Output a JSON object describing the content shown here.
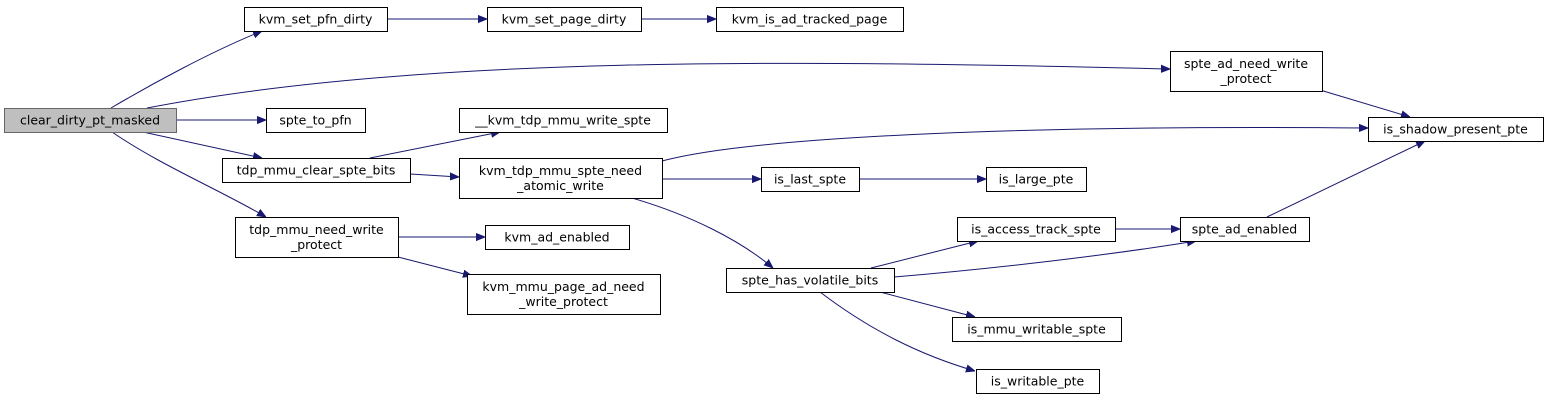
{
  "colors": {
    "edge": "#191970",
    "root_fill": "#bfbfbf",
    "node_fill": "#ffffff"
  },
  "nodes": {
    "clear_dirty": {
      "lines": [
        "clear_dirty_pt_masked"
      ],
      "root": true
    },
    "kvm_set_pfn_dirty": {
      "lines": [
        "kvm_set_pfn_dirty"
      ]
    },
    "kvm_set_page_dirty": {
      "lines": [
        "kvm_set_page_dirty"
      ]
    },
    "kvm_is_ad_tracked_page": {
      "lines": [
        "kvm_is_ad_tracked_page"
      ]
    },
    "spte_ad_need_write_protect": {
      "lines": [
        "spte_ad_need_write",
        "_protect"
      ]
    },
    "is_shadow_present_pte": {
      "lines": [
        "is_shadow_present_pte"
      ]
    },
    "spte_to_pfn": {
      "lines": [
        "spte_to_pfn"
      ]
    },
    "kvm_tdp_mmu_write_spte": {
      "lines": [
        "__kvm_tdp_mmu_write_spte"
      ]
    },
    "tdp_mmu_clear_spte_bits": {
      "lines": [
        "tdp_mmu_clear_spte_bits"
      ]
    },
    "kvm_tdp_mmu_spte_need_atomic_write": {
      "lines": [
        "kvm_tdp_mmu_spte_need",
        "_atomic_write"
      ]
    },
    "is_last_spte": {
      "lines": [
        "is_last_spte"
      ]
    },
    "is_large_pte": {
      "lines": [
        "is_large_pte"
      ]
    },
    "tdp_mmu_need_write_protect": {
      "lines": [
        "tdp_mmu_need_write",
        "_protect"
      ]
    },
    "kvm_ad_enabled": {
      "lines": [
        "kvm_ad_enabled"
      ]
    },
    "kvm_mmu_page_ad_need_write_protect": {
      "lines": [
        "kvm_mmu_page_ad_need",
        "_write_protect"
      ]
    },
    "is_access_track_spte": {
      "lines": [
        "is_access_track_spte"
      ]
    },
    "spte_ad_enabled": {
      "lines": [
        "spte_ad_enabled"
      ]
    },
    "spte_has_volatile_bits": {
      "lines": [
        "spte_has_volatile_bits"
      ]
    },
    "is_mmu_writable_spte": {
      "lines": [
        "is_mmu_writable_spte"
      ]
    },
    "is_writable_pte": {
      "lines": [
        "is_writable_pte"
      ]
    }
  },
  "edges": [
    [
      "clear_dirty",
      "kvm_set_pfn_dirty"
    ],
    [
      "kvm_set_pfn_dirty",
      "kvm_set_page_dirty"
    ],
    [
      "kvm_set_page_dirty",
      "kvm_is_ad_tracked_page"
    ],
    [
      "clear_dirty",
      "spte_ad_need_write_protect"
    ],
    [
      "spte_ad_need_write_protect",
      "is_shadow_present_pte"
    ],
    [
      "clear_dirty",
      "spte_to_pfn"
    ],
    [
      "clear_dirty",
      "tdp_mmu_clear_spte_bits"
    ],
    [
      "tdp_mmu_clear_spte_bits",
      "kvm_tdp_mmu_write_spte"
    ],
    [
      "tdp_mmu_clear_spte_bits",
      "kvm_tdp_mmu_spte_need_atomic_write"
    ],
    [
      "kvm_tdp_mmu_spte_need_atomic_write",
      "is_shadow_present_pte"
    ],
    [
      "kvm_tdp_mmu_spte_need_atomic_write",
      "is_last_spte"
    ],
    [
      "is_last_spte",
      "is_large_pte"
    ],
    [
      "kvm_tdp_mmu_spte_need_atomic_write",
      "spte_has_volatile_bits"
    ],
    [
      "clear_dirty",
      "tdp_mmu_need_write_protect"
    ],
    [
      "tdp_mmu_need_write_protect",
      "kvm_ad_enabled"
    ],
    [
      "tdp_mmu_need_write_protect",
      "kvm_mmu_page_ad_need_write_protect"
    ],
    [
      "spte_has_volatile_bits",
      "is_access_track_spte"
    ],
    [
      "is_access_track_spte",
      "spte_ad_enabled"
    ],
    [
      "spte_has_volatile_bits",
      "spte_ad_enabled"
    ],
    [
      "spte_ad_enabled",
      "is_shadow_present_pte"
    ],
    [
      "spte_has_volatile_bits",
      "is_mmu_writable_spte"
    ],
    [
      "spte_has_volatile_bits",
      "is_writable_pte"
    ]
  ]
}
